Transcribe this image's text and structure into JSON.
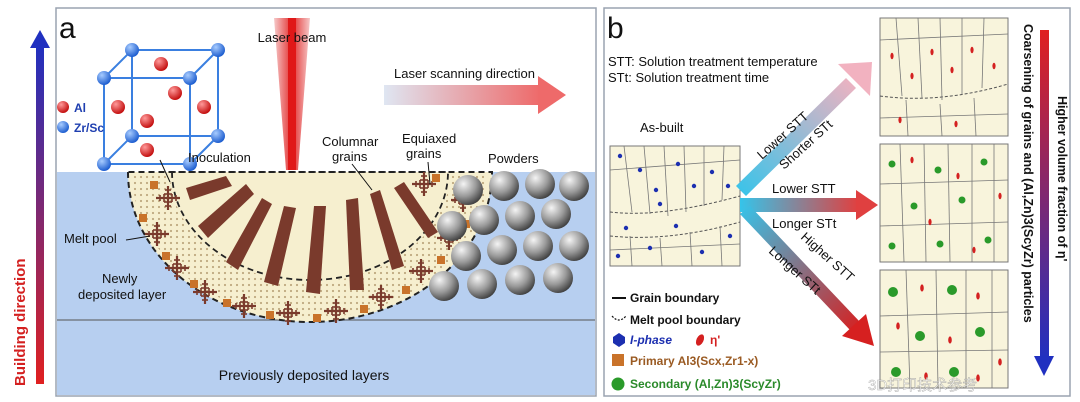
{
  "panel_a": {
    "letter": "a",
    "side_label": "Building direction",
    "legend": {
      "al": "Al",
      "zr": "Zr/Sc"
    },
    "labels": {
      "laser_beam": "Laser beam",
      "scan_dir": "Laser scanning direction",
      "inoculation": "Inoculation",
      "columnar_1": "Columnar",
      "columnar_2": "grains",
      "equiaxed_1": "Equiaxed",
      "equiaxed_2": "grains",
      "powders": "Powders",
      "melt_pool": "Melt pool",
      "newly_1": "Newly",
      "newly_2": "deposited layer",
      "previous": "Previously deposited layers"
    }
  },
  "panel_b": {
    "letter": "b",
    "stt_def": "STT: Solution treatment temperature",
    "stt2_def": "STt: Solution treatment time",
    "as_built": "As-built",
    "arrow_upper_1": "Lower STT",
    "arrow_upper_2": "Shorter STt",
    "arrow_mid_1": "Lower STT",
    "arrow_mid_2": "Longer STt",
    "arrow_lower_1": "Higher STT",
    "arrow_lower_2": "Longer STt",
    "legend": {
      "grain_boundary": "Grain boundary",
      "melt_pool_boundary": "Melt pool boundary",
      "i_phase": "I-phase",
      "eta": "η'",
      "primary": "Primary Al3(Scx,Zr1-x)",
      "secondary": "Secondary (Al,Zn)3(ScyZr)"
    },
    "right_label_1": "Coarsening of grains and (Al,Zn)3(ScyZr) particles",
    "right_label_2": "Higher volume fraction of η'"
  },
  "watermark": "3D打印技术参考",
  "colors": {
    "al": "#d42020",
    "zr": "#2a6fd6",
    "fcc_cube": "#3a7fe0",
    "dendrite": "#7a3a2c",
    "primary": "#c9732a",
    "secondary": "#2a9a2a",
    "i_phase": "#1c2fb0",
    "eta": "#d42020",
    "substrate": "#b7cff0",
    "pool": "#f6efcf"
  }
}
